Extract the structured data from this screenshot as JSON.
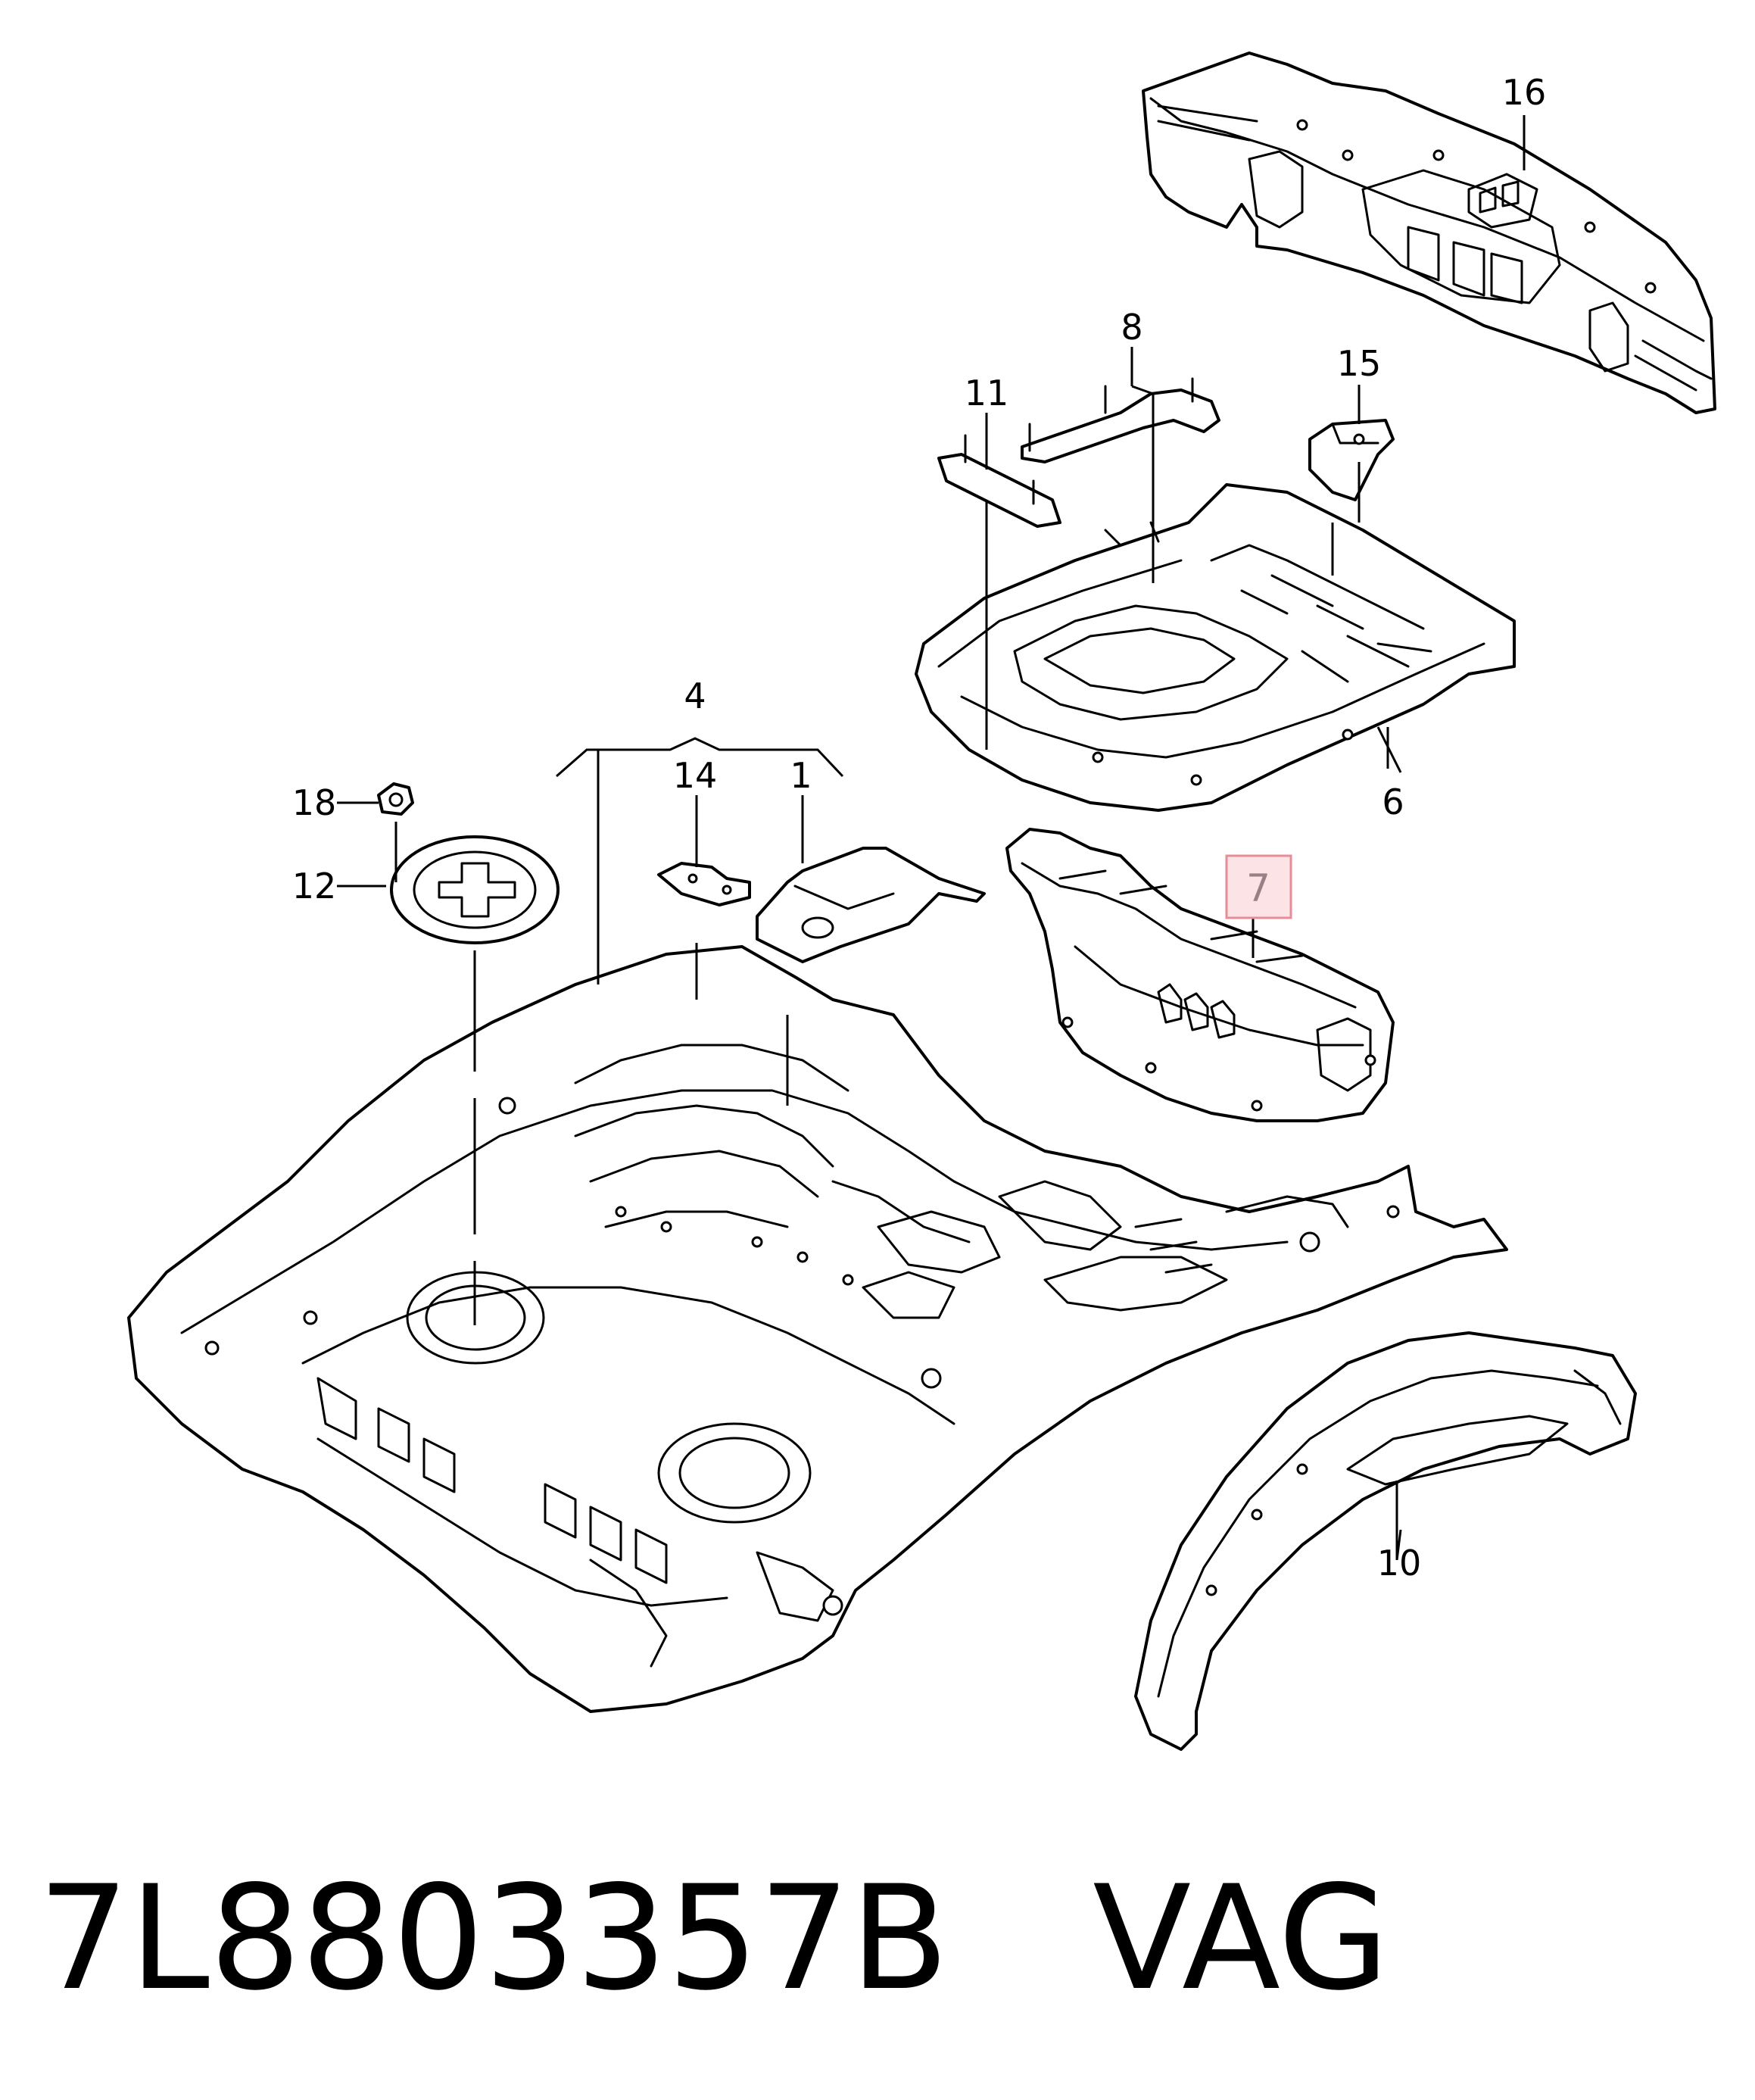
{
  "callouts": {
    "c1": "1",
    "c4": "4",
    "c6": "6",
    "c7": "7",
    "c8": "8",
    "c10": "10",
    "c11": "11",
    "c12": "12",
    "c14": "14",
    "c15": "15",
    "c16": "16",
    "c18": "18"
  },
  "caption": {
    "part_number": "7L8803357B",
    "brand": "VAG"
  },
  "highlight": {
    "callout": "7",
    "fill": "#fbe3e6",
    "border": "#e88d98"
  }
}
